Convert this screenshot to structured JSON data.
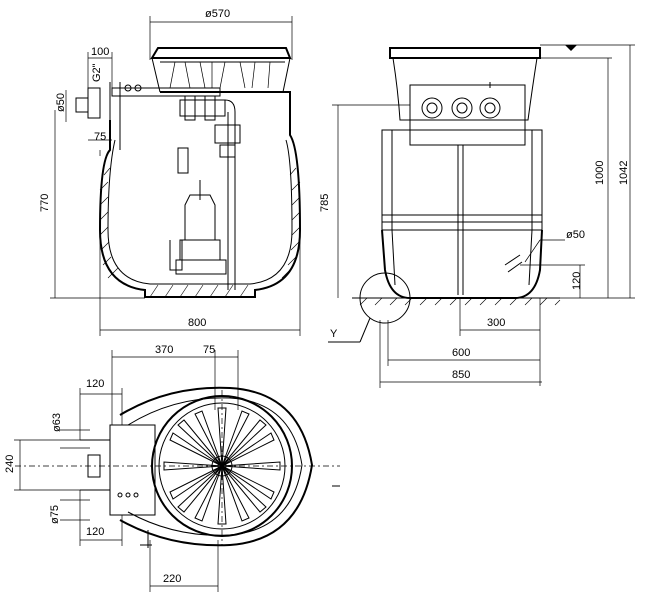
{
  "figure": {
    "front_view": {
      "dims": {
        "top_width": "ø570",
        "inlet_offset": "100",
        "thread": "G2\"",
        "outlet_dia": "ø50",
        "spigot": "75",
        "height": "770",
        "width": "800"
      }
    },
    "side_view": {
      "dims": {
        "height_inlet": "785",
        "height_total_1": "1000",
        "height_total_2": "1042",
        "pipe_dia": "ø50",
        "pipe_height": "120",
        "d300": "300",
        "d600": "600",
        "d850": "850",
        "detail": "Y"
      }
    },
    "top_view": {
      "dims": {
        "d370": "370",
        "d75": "75",
        "d120_top": "120",
        "d63": "ø63",
        "d240": "240",
        "d75_dia": "ø75",
        "d120_bottom": "120",
        "d220": "220"
      }
    }
  }
}
